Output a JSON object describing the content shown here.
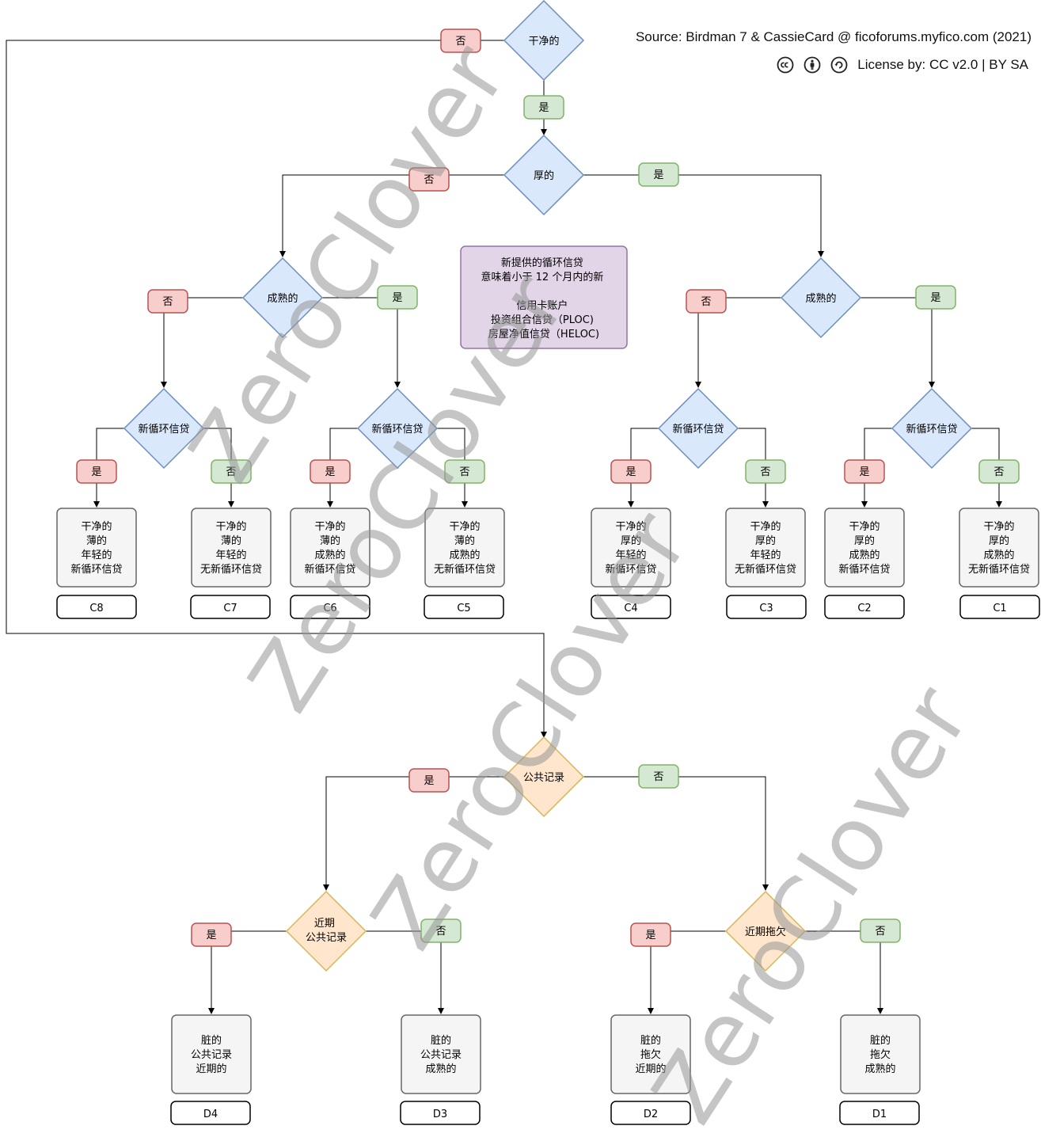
{
  "header": {
    "source": "Source: Birdman 7 & CassieCard @ ficoforums.myfico.com (2021)",
    "license": "License by: CC v2.0 | BY SA",
    "license_icons": [
      "cc-icon",
      "by-icon",
      "sa-icon"
    ]
  },
  "watermark": "ZeroClover",
  "colors": {
    "blue_fill": "#dae8fc",
    "blue_stroke": "#6c8ebf",
    "orange_fill": "#ffe6cc",
    "orange_stroke": "#d6b656",
    "red_fill": "#f8cecc",
    "red_stroke": "#b85450",
    "green_fill": "#d5e8d4",
    "green_stroke": "#82b366",
    "gray_fill": "#f5f5f5",
    "gray_stroke": "#666666",
    "note_fill": "#e1d5e7",
    "note_stroke": "#9673a6"
  },
  "note": [
    "新提供的循环信贷",
    "意味着小于 12 个月内的新",
    "",
    "信用卡账户",
    "投资组合信贷（PLOC)",
    "房屋净值信贷（HELOC)"
  ],
  "decisions": {
    "clean": "干净的",
    "thick": "厚的",
    "mature_left": "成熟的",
    "mature_right": "成熟的",
    "new_rev_1": "新循环信贷",
    "new_rev_2": "新循环信贷",
    "new_rev_3": "新循环信贷",
    "new_rev_4": "新循环信贷",
    "public_record": "公共记录",
    "recent_pr": [
      "近期",
      "公共记录"
    ],
    "recent_late": "近期拖欠"
  },
  "labels": {
    "clean_no": "否",
    "clean_yes": "是",
    "thick_no": "否",
    "thick_yes": "是",
    "mature_left_no": "否",
    "mature_left_yes": "是",
    "mature_right_no": "否",
    "mature_right_yes": "是",
    "nr1_yes": "是",
    "nr1_no": "否",
    "nr2_yes": "是",
    "nr2_no": "否",
    "nr3_yes": "是",
    "nr3_no": "否",
    "nr4_yes": "是",
    "nr4_no": "否",
    "pr_yes": "是",
    "pr_no": "否",
    "rpr_yes": "是",
    "rpr_no": "否",
    "rl_yes": "是",
    "rl_no": "否"
  },
  "outcomes": {
    "c8": [
      "干净的",
      "薄的",
      "年轻的",
      "新循环信贷"
    ],
    "c7": [
      "干净的",
      "薄的",
      "年轻的",
      "无新循环信贷"
    ],
    "c6": [
      "干净的",
      "薄的",
      "成熟的",
      "新循环信贷"
    ],
    "c5": [
      "干净的",
      "薄的",
      "成熟的",
      "无新循环信贷"
    ],
    "c4": [
      "干净的",
      "厚的",
      "年轻的",
      "新循环信贷"
    ],
    "c3": [
      "干净的",
      "厚的",
      "年轻的",
      "无新循环信贷"
    ],
    "c2": [
      "干净的",
      "厚的",
      "成熟的",
      "新循环信贷"
    ],
    "c1": [
      "干净的",
      "厚的",
      "成熟的",
      "无新循环信贷"
    ],
    "d4": [
      "脏的",
      "公共记录",
      "近期的"
    ],
    "d3": [
      "脏的",
      "公共记录",
      "成熟的"
    ],
    "d2": [
      "脏的",
      "拖欠",
      "近期的"
    ],
    "d1": [
      "脏的",
      "拖欠",
      "成熟的"
    ]
  },
  "codes": {
    "c8": "C8",
    "c7": "C7",
    "c6": "C6",
    "c5": "C5",
    "c4": "C4",
    "c3": "C3",
    "c2": "C2",
    "c1": "C1",
    "d4": "D4",
    "d3": "D3",
    "d2": "D2",
    "d1": "D1"
  }
}
